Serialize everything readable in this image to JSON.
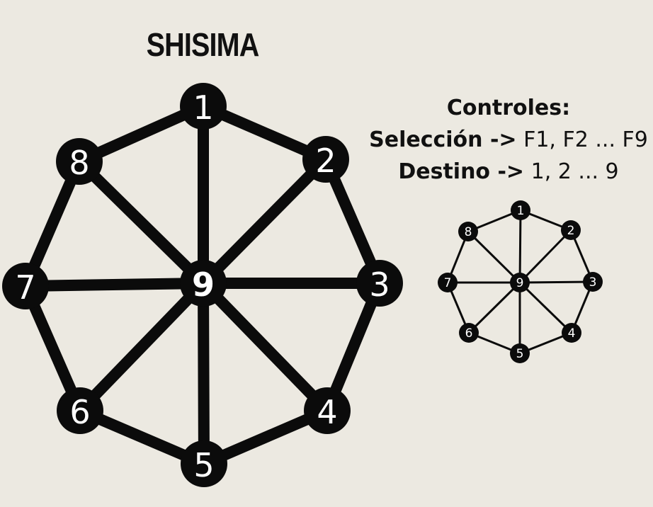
{
  "title": "SHISIMA",
  "controls": {
    "heading": "Controles:",
    "selection_label": "Selección ->",
    "selection_keys": "F1, F2 ... F9",
    "destination_label": "Destino ->",
    "destination_keys": "1, 2 ... 9"
  },
  "board": {
    "nodes": [
      "1",
      "2",
      "3",
      "4",
      "5",
      "6",
      "7",
      "8",
      "9"
    ],
    "line_color": "#0b0b0b",
    "node_color": "#0b0b0b",
    "label_color": "#ffffff"
  }
}
